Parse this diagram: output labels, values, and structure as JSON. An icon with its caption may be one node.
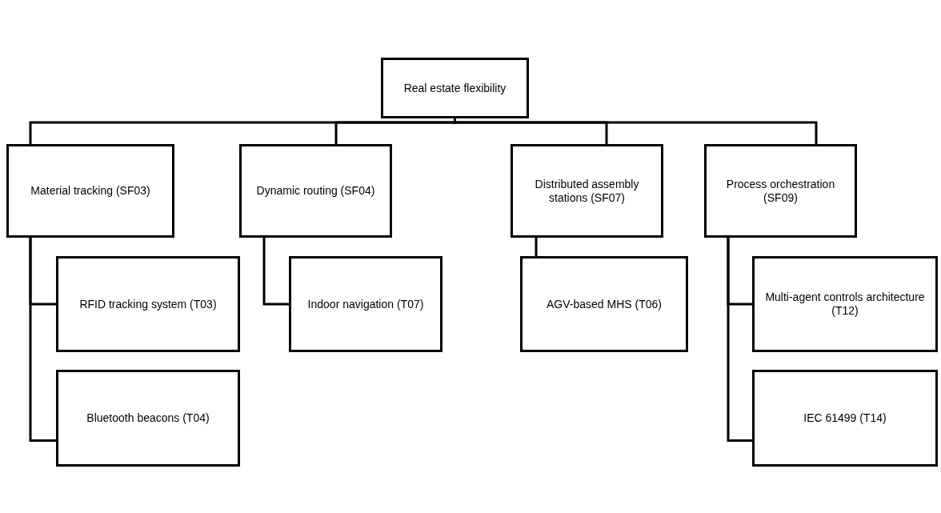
{
  "diagram": {
    "nodes": [
      {
        "text": [
          "Real estate flexibility"
        ]
      },
      {
        "text": [
          "Material tracking (SF03)"
        ]
      },
      {
        "text": [
          "Dynamic routing (SF04)"
        ]
      },
      {
        "text": [
          "Distributed assembly stations (SF07)"
        ]
      },
      {
        "text": [
          "Process orchestration (SF09)"
        ]
      },
      {
        "text": [
          "RFID tracking system (T03)"
        ]
      },
      {
        "text": [
          "Bluetooth beacons (T04)"
        ]
      },
      {
        "text": [
          "Indoor navigation (T07)"
        ]
      },
      {
        "text": [
          "AGV-based MHS (T06)"
        ]
      },
      {
        "text": [
          "Multi-agent controls architecture (T12)"
        ]
      },
      {
        "text": [
          "IEC 61499 (T14)"
        ]
      }
    ],
    "edges": [
      {
        "from": 0,
        "to": 1,
        "arrow": "none"
      },
      {
        "from": 0,
        "to": 2,
        "arrow": "none"
      },
      {
        "from": 0,
        "to": 3,
        "arrow": "none"
      },
      {
        "from": 0,
        "to": 4,
        "arrow": "none"
      },
      {
        "from": 1,
        "to": 5,
        "arrow": "none"
      },
      {
        "from": 1,
        "to": 6,
        "arrow": "none"
      },
      {
        "from": 2,
        "to": 7,
        "arrow": "none"
      },
      {
        "from": 3,
        "to": 8,
        "arrow": "none"
      },
      {
        "from": 4,
        "to": 9,
        "arrow": "none"
      },
      {
        "from": 4,
        "to": 10,
        "arrow": "none"
      }
    ]
  }
}
